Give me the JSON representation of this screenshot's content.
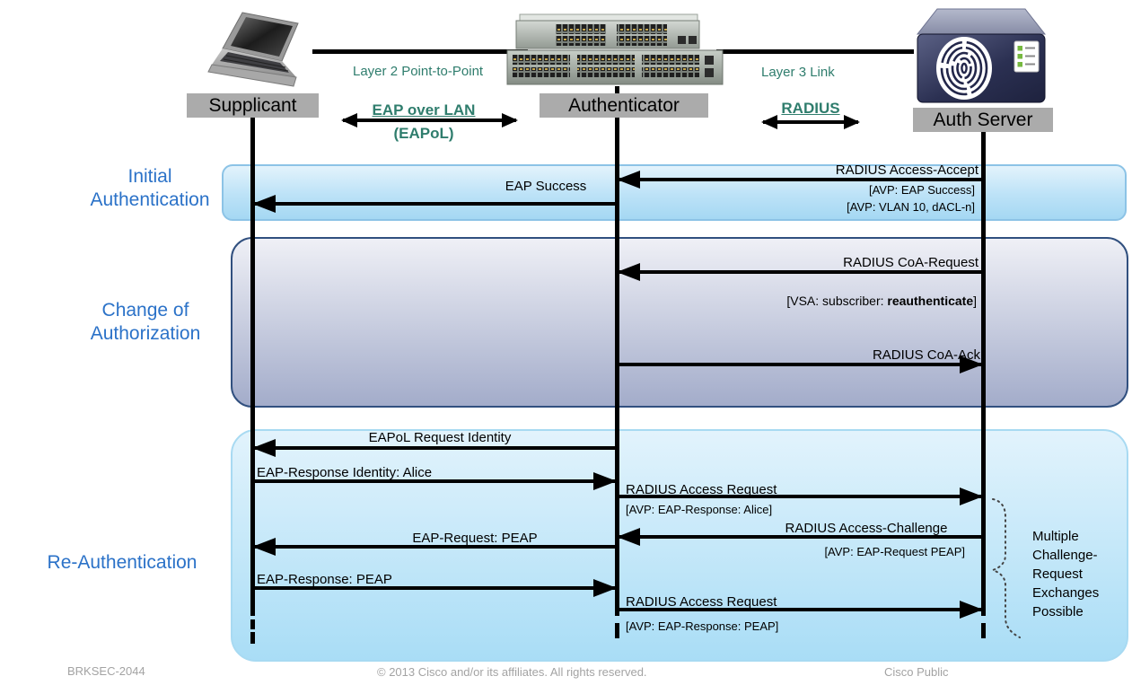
{
  "actors": {
    "supplicant": "Supplicant",
    "authenticator": "Authenticator",
    "auth_server": "Auth Server"
  },
  "links": {
    "layer2": "Layer 2 Point-to-Point",
    "layer3": "Layer 3 Link",
    "eapol_line1": "EAP over LAN",
    "eapol_line2": "(EAPoL)",
    "radius": "RADIUS"
  },
  "sections": {
    "initial_line1": "Initial",
    "initial_line2": "Authentication",
    "coa_line1": "Change of",
    "coa_line2": "Authorization",
    "reauth": "Re-Authentication"
  },
  "messages": {
    "access_accept": {
      "label": "RADIUS Access-Accept",
      "avp1": "[AVP: EAP Success]",
      "avp2": "[AVP: VLAN 10, dACL-n]"
    },
    "eap_success": {
      "label": "EAP Success"
    },
    "coa_request": {
      "label": "RADIUS CoA-Request",
      "vsa_prefix": "[VSA: subscriber: ",
      "vsa_bold": "reauthenticate",
      "vsa_suffix": "]"
    },
    "coa_ack": {
      "label": "RADIUS CoA-Ack"
    },
    "eapol_request_identity": {
      "label": "EAPoL Request Identity"
    },
    "eap_response_identity": {
      "label": "EAP-Response Identity: Alice"
    },
    "access_request_1": {
      "label": "RADIUS Access Request",
      "avp": "[AVP: EAP-Response: Alice]"
    },
    "access_challenge": {
      "label": "RADIUS Access-Challenge",
      "avp": "[AVP: EAP-Request PEAP]"
    },
    "eap_request_peap": {
      "label": "EAP-Request: PEAP"
    },
    "eap_response_peap": {
      "label": "EAP-Response: PEAP"
    },
    "access_request_2": {
      "label": "RADIUS Access Request",
      "avp": "[AVP: EAP-Response: PEAP]"
    }
  },
  "annotation": {
    "lines": [
      "Multiple",
      "Challenge-",
      "Request",
      "Exchanges",
      "Possible"
    ]
  },
  "footer": {
    "left": "BRKSEC-2044",
    "center": "© 2013 Cisco and/or its affiliates. All rights reserved.",
    "right": "Cisco Public"
  },
  "icons": {
    "laptop": "laptop-icon",
    "switch": "switch-stack-icon",
    "server": "auth-server-icon",
    "fingerprint": "fingerprint-icon",
    "policy_list": "policy-list-icon"
  },
  "colors": {
    "green_label": "#2F7D6D",
    "blue_label": "#2B72C8",
    "actor_box_bg": "#ABABAB",
    "initial_box_border": "#8CC3E6",
    "coa_box_border": "#31507F",
    "reauth_box_border": "#A8DAF2",
    "lines_and_arrows": "#000000",
    "footer_text": "#A3A3A3"
  }
}
